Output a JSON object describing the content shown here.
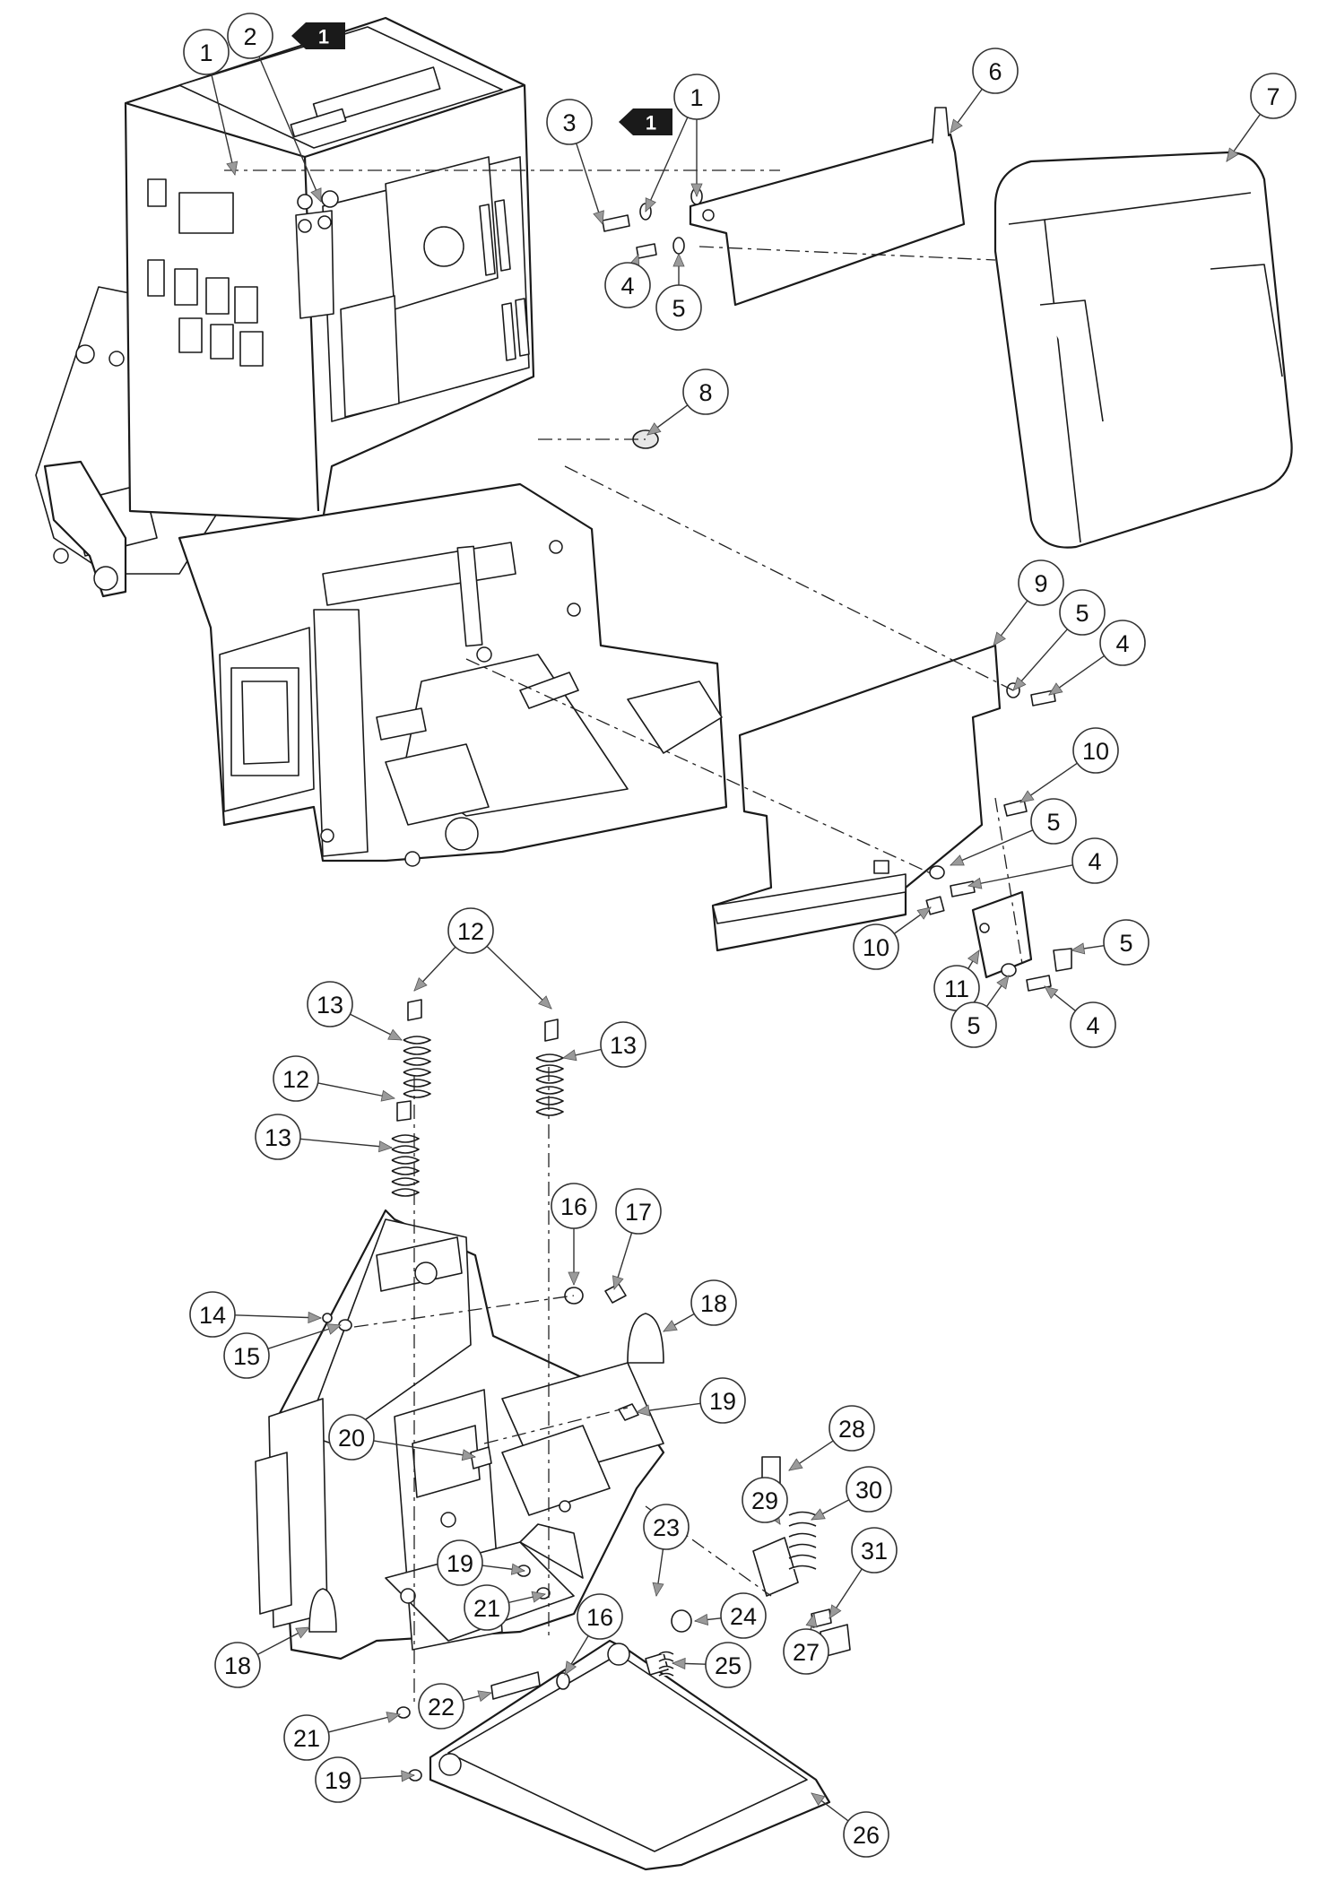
{
  "callouts": [
    {
      "label": "1"
    },
    {
      "label": "2"
    },
    {
      "label": "1"
    },
    {
      "label": "3"
    },
    {
      "label": "6"
    },
    {
      "label": "7"
    },
    {
      "label": "4"
    },
    {
      "label": "5"
    },
    {
      "label": "8"
    },
    {
      "label": "9"
    },
    {
      "label": "5"
    },
    {
      "label": "4"
    },
    {
      "label": "10"
    },
    {
      "label": "5"
    },
    {
      "label": "4"
    },
    {
      "label": "10"
    },
    {
      "label": "11"
    },
    {
      "label": "5"
    },
    {
      "label": "5"
    },
    {
      "label": "4"
    },
    {
      "label": "12"
    },
    {
      "label": "13"
    },
    {
      "label": "13"
    },
    {
      "label": "12"
    },
    {
      "label": "13"
    },
    {
      "label": "16"
    },
    {
      "label": "17"
    },
    {
      "label": "18"
    },
    {
      "label": "14"
    },
    {
      "label": "15"
    },
    {
      "label": "19"
    },
    {
      "label": "20"
    },
    {
      "label": "28"
    },
    {
      "label": "29"
    },
    {
      "label": "30"
    },
    {
      "label": "31"
    },
    {
      "label": "23"
    },
    {
      "label": "24"
    },
    {
      "label": "19"
    },
    {
      "label": "21"
    },
    {
      "label": "16"
    },
    {
      "label": "25"
    },
    {
      "label": "27"
    },
    {
      "label": "18"
    },
    {
      "label": "22"
    },
    {
      "label": "21"
    },
    {
      "label": "19"
    },
    {
      "label": "26"
    }
  ],
  "reference_flags": [
    {
      "label": "1"
    },
    {
      "label": "1"
    }
  ],
  "colors": {
    "line": "#1a1a1a",
    "flag": "#1a1a1a",
    "leader_arrow": "#9a9a9a"
  }
}
